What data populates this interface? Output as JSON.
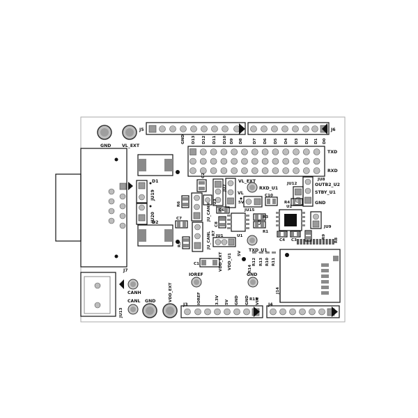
{
  "labels": {
    "gnd_top": "GND",
    "vl_ext_top": "VL_EXT",
    "j5": "J5",
    "j6": "J6",
    "j5_pins": [
      "GND",
      "D13",
      "D12",
      "D11",
      "D10",
      "D9",
      "D8"
    ],
    "j6_pins": [
      "D7",
      "D6",
      "D5",
      "D4",
      "D3",
      "D2",
      "D1",
      "D0"
    ],
    "txd": "TXD",
    "rxd": "RXD",
    "d1": "D1",
    "d2": "D2",
    "ju19": "JU19",
    "ju20": "JU20",
    "c2": "C2",
    "ju2": "JU2",
    "vl_ext_mid": "VL_EXT",
    "rxd_u1": "RXD_U1",
    "vl": "VL",
    "c10": "C10",
    "ju12": "JU12",
    "ju8": "JU8",
    "outb2_u2": "OUTB2_U2",
    "stby_u1": "STBY_U1",
    "gnd_right": "GND",
    "r4": "R4",
    "r6": "R6",
    "ju3": "JU3",
    "ju_canh": "JU_CANH",
    "c6": "C6",
    "five_v_a": "5V",
    "ju15": "JU15",
    "r3": "R3",
    "c5": "C5",
    "r1": "R1",
    "u2": "U2",
    "c7": "C7",
    "c8": "C8",
    "r7": "R7",
    "ju_canl": "JU_CANL",
    "r5": "R5",
    "ju1": "JU1",
    "u1": "U1",
    "c4": "C4",
    "c3": "C3",
    "r8": "R8",
    "r9": "R9",
    "ju9": "JU9",
    "vdd_ext_v": "VDD_EXT",
    "vdd_u1": "VDD_U1",
    "five_v_b": "5V",
    "txd_u1": "TXD_U1",
    "c1": "C1",
    "r14": "R14",
    "r12": "R12",
    "r13": "R13",
    "r10": "R10",
    "r11": "R11",
    "j7": "J7",
    "canh": "CANH",
    "ioref_mid": "IOREF",
    "gnd_mid": "GND",
    "j14": "J14",
    "canl": "CANL",
    "gnd_bottom": "GND",
    "vdd_ext_bottom": "VDD_EXT",
    "ju13": "JU13",
    "j3": "J3",
    "j3_pins": [
      "IOREF",
      "3.3V",
      "5V",
      "GND",
      "GND",
      "VIN"
    ],
    "r15": "R15",
    "j4": "J4"
  }
}
